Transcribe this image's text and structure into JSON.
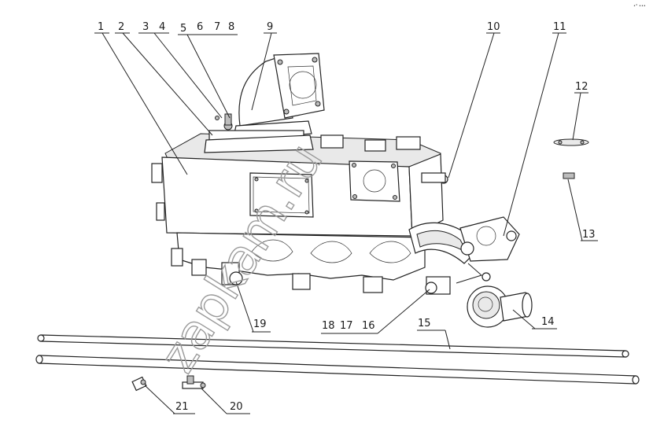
{
  "watermark": "zapkam.ru",
  "corner_mark": "•° •••",
  "callouts": [
    "1",
    "2",
    "3",
    "4",
    "5",
    "6",
    "7",
    "8",
    "9",
    "10",
    "11",
    "12",
    "13",
    "14",
    "15",
    "16",
    "17",
    "18",
    "19",
    "20",
    "21"
  ]
}
